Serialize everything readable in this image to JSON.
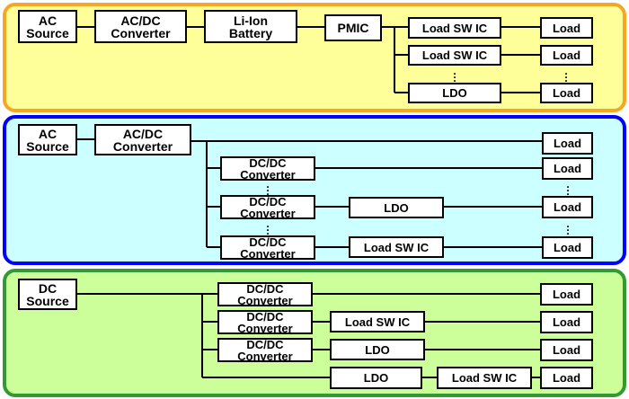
{
  "panel_colors": {
    "top": {
      "fill": "#ffff99",
      "border": "#f5a623"
    },
    "middle": {
      "fill": "#ccffff",
      "border": "#0000ff"
    },
    "bottom": {
      "fill": "#ccff99",
      "border": "#339933"
    }
  },
  "top": {
    "ac_source": "AC\nSource",
    "acdc": "AC/DC\nConverter",
    "battery": "Li-Ion\nBattery",
    "pmic": "PMIC",
    "load_sw_1": "Load SW IC",
    "load_sw_2": "Load SW IC",
    "ldo": "LDO",
    "load_1": "Load",
    "load_2": "Load",
    "load_3": "Load"
  },
  "middle": {
    "ac_source": "AC\nSource",
    "acdc": "AC/DC\nConverter",
    "dcdc_1": "DC/DC\nConverter",
    "dcdc_2": "DC/DC\nConverter",
    "dcdc_3": "DC/DC\nConverter",
    "ldo": "LDO",
    "load_sw": "Load SW IC",
    "load_1": "Load",
    "load_2": "Load",
    "load_3": "Load",
    "load_4": "Load"
  },
  "bottom": {
    "dc_source": "DC\nSource",
    "dcdc_1": "DC/DC\nConverter",
    "dcdc_2": "DC/DC\nConverter",
    "dcdc_3": "DC/DC\nConverter",
    "load_sw_1": "Load SW IC",
    "ldo_1": "LDO",
    "ldo_2": "LDO",
    "load_sw_2": "Load SW IC",
    "load_1": "Load",
    "load_2": "Load",
    "load_3": "Load",
    "load_4": "Load"
  }
}
